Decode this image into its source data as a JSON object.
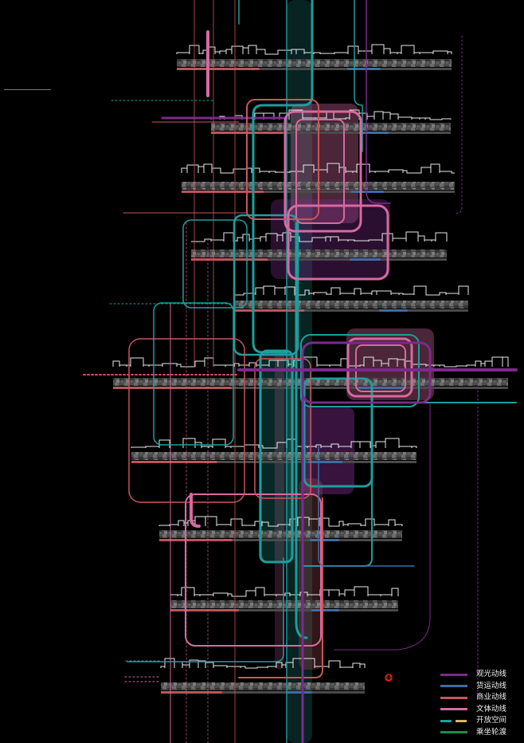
{
  "colors": {
    "sightseeing": "#7b2a8a",
    "freight": "#3e6da0",
    "commercial": "#c8565d",
    "culture": "#d66aa0",
    "open_space_teal": "#1e9e9b",
    "open_space_gold": "#d9b070",
    "ferry": "#1f8a4c",
    "background": "#000000"
  },
  "legend": [
    {
      "key": "sightseeing",
      "label": "观光动线",
      "icon": "purple-line"
    },
    {
      "key": "freight",
      "label": "货运动线",
      "icon": "blue-line"
    },
    {
      "key": "commercial",
      "label": "商业动线",
      "icon": "red-line"
    },
    {
      "key": "culture",
      "label": "文体动线",
      "icon": "pink-line"
    },
    {
      "key": "open_space",
      "label": "开放空间",
      "icon": "dashed-teal-gold-line"
    },
    {
      "key": "ferry",
      "label": "乘坐轮渡",
      "icon": "green-line"
    }
  ],
  "sections_count": 10,
  "marker_icon": "red-landmark-icon"
}
